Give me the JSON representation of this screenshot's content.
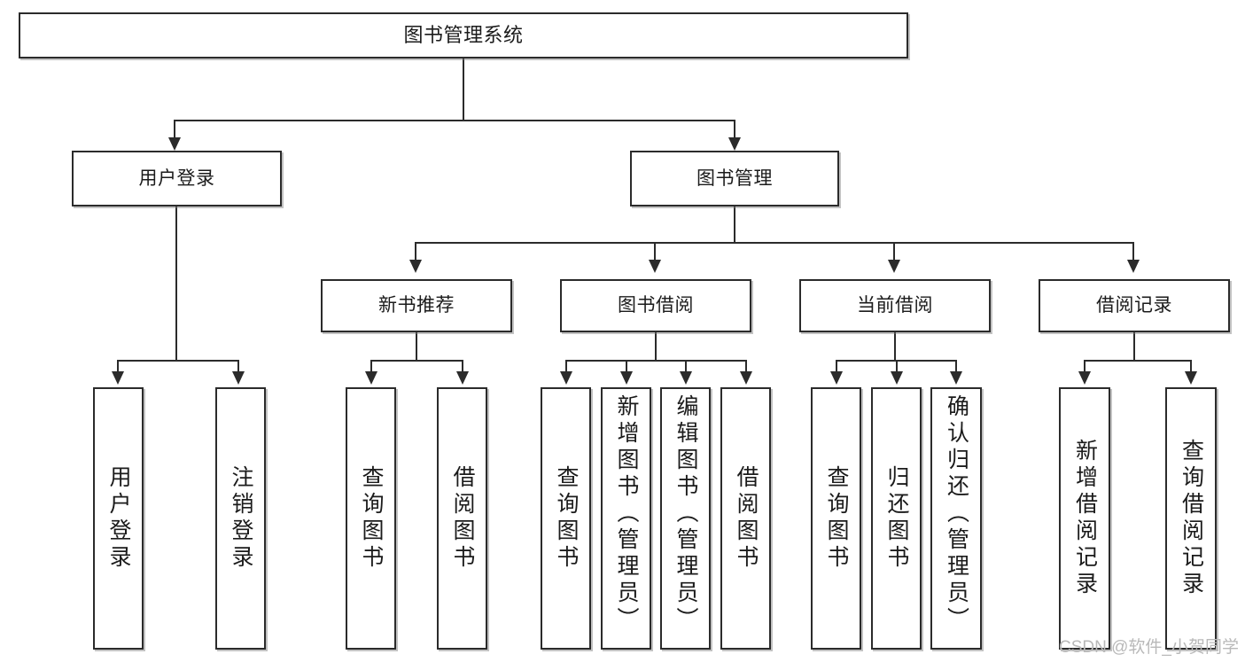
{
  "diagram": {
    "title": "图书管理系统",
    "type": "tree",
    "watermark": "CSDN @软件_小贺同学",
    "colors": {
      "stroke": "#2b2b2b",
      "fill": "#ffffff",
      "text": "#1b1b1b",
      "watermark": "#b9b9b9"
    },
    "levels": {
      "level1": {
        "root": "图书管理系统"
      },
      "level2": {
        "nodes": [
          {
            "label": "用户登录"
          },
          {
            "label": "图书管理"
          }
        ]
      },
      "level3": {
        "nodes": [
          {
            "label": "新书推荐"
          },
          {
            "label": "图书借阅"
          },
          {
            "label": "当前借阅"
          },
          {
            "label": "借阅记录"
          }
        ]
      },
      "level4": {
        "nodes": [
          {
            "label": "用户登录"
          },
          {
            "label": "注销登录"
          },
          {
            "label": "查询图书"
          },
          {
            "label": "借阅图书"
          },
          {
            "label": "查询图书"
          },
          {
            "label": "新增图书（管理员）"
          },
          {
            "label": "编辑图书（管理员）"
          },
          {
            "label": "借阅图书"
          },
          {
            "label": "查询图书"
          },
          {
            "label": "归还图书"
          },
          {
            "label": "确认归还（管理员）"
          },
          {
            "label": "新增借阅记录"
          },
          {
            "label": "查询借阅记录"
          }
        ]
      }
    },
    "tree": {
      "name": "图书管理系统",
      "children": [
        {
          "name": "用户登录",
          "children": [
            {
              "name": "用户登录"
            },
            {
              "name": "注销登录"
            }
          ]
        },
        {
          "name": "图书管理",
          "children": [
            {
              "name": "新书推荐",
              "children": [
                {
                  "name": "查询图书"
                },
                {
                  "name": "借阅图书"
                }
              ]
            },
            {
              "name": "图书借阅",
              "children": [
                {
                  "name": "查询图书"
                },
                {
                  "name": "新增图书（管理员）"
                },
                {
                  "name": "编辑图书（管理员）"
                },
                {
                  "name": "借阅图书"
                }
              ]
            },
            {
              "name": "当前借阅",
              "children": [
                {
                  "name": "查询图书"
                },
                {
                  "name": "归还图书"
                },
                {
                  "name": "确认归还（管理员）"
                }
              ]
            },
            {
              "name": "借阅记录",
              "children": [
                {
                  "name": "新增借阅记录"
                },
                {
                  "name": "查询借阅记录"
                }
              ]
            }
          ]
        }
      ]
    }
  }
}
